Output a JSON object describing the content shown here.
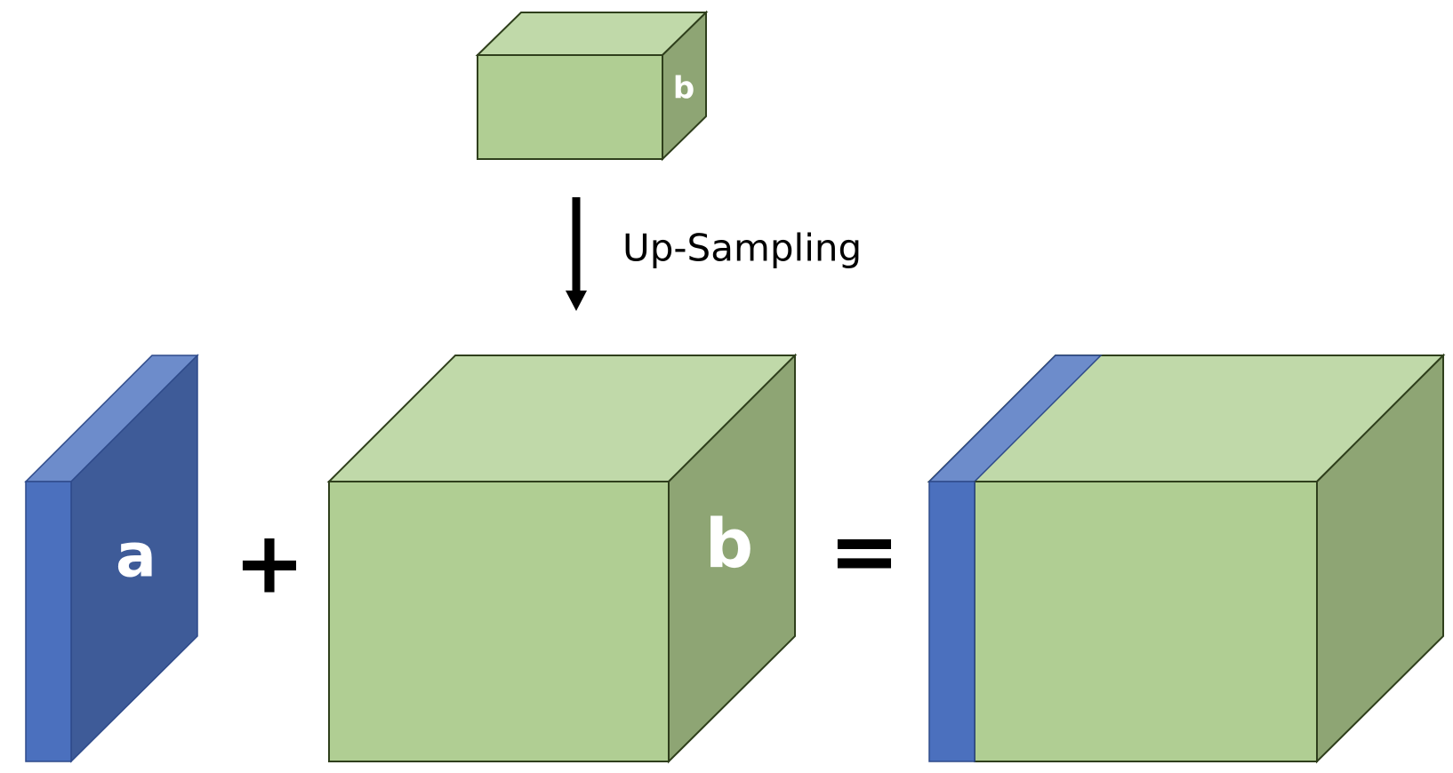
{
  "small_block": {
    "label": "b"
  },
  "upsampling": {
    "label": "Up-Sampling"
  },
  "input_slab": {
    "label": "a"
  },
  "upsampled_block": {
    "label": "b"
  },
  "operators": {
    "plus": "+",
    "equals": "="
  },
  "colors": {
    "green_front": "#b0ce93",
    "green_top": "#c0d9a9",
    "green_side": "#8ea574",
    "blue_front": "#4b70be",
    "blue_top": "#6d8ccb",
    "blue_side": "#3e5b98",
    "label_color": "#ffffff",
    "arrow_color": "#000000"
  }
}
